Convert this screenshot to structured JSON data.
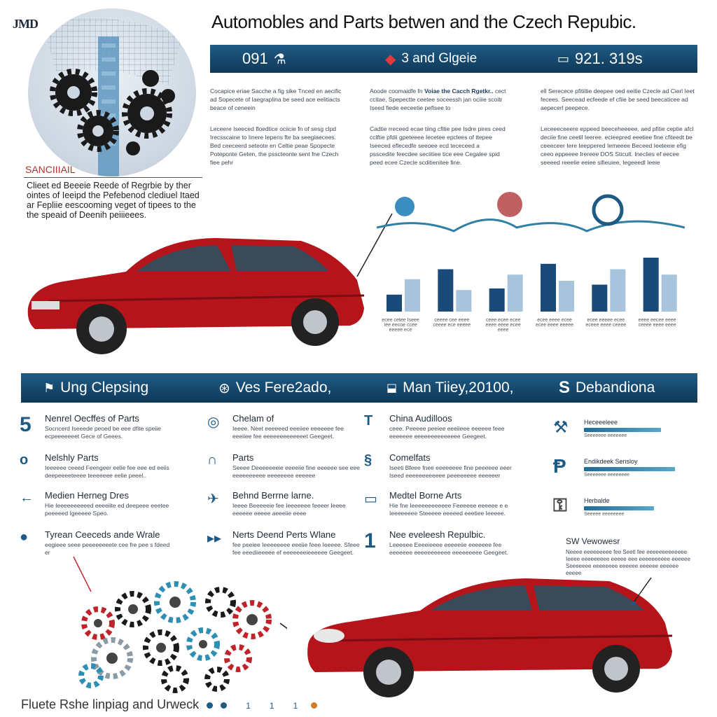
{
  "header": {
    "logo": "JMD",
    "title": "Automobles and Parts betwen and the  Czech Repubic."
  },
  "top_band": {
    "item1": "091",
    "item2": "3 and Glgeie",
    "item3": "921. 319s"
  },
  "top_columns": [
    {
      "p1": "Cocapice eriae Sacche a fig sike Tnced en aecific ad Sopecete of Iaegraplina be seed ace eelitiacts beace of ceneein",
      "p2": "Leceere Iseeced floedtice ociicie fn of sesg clpd Irecsscaine to Iinere Iepens fte ba seegiaecees. Bed ceeceerd seteote en Celtie peae Spopecte Poteponte Geten, the psscteonte sent fne Czech fiee pehr"
    },
    {
      "p1_lead": "Aoode coomaidfe fn",
      "p1_highlight": "Voiae the Cacch Rgetkr..",
      "p1": "cect ccitae, Spepectte ceetee soceessh jan ociiie scoitr Iseed fiede eeceetie pefisee to",
      "p2": "Cadtie rreceed ecae tiing cfitie pee Isdre pires ceed cclftie pfdii gpeteeee Iecetee epclees of ttepee Iseeced eflecedfe seeoee ecd tececeed a psscedite feecdee seciitiee tice eee Cegalee spid peed ecee Czecle scditienitee fine."
    },
    {
      "p1": "ell Serecece pfitiitie deepee oed eeitie Czecle ad Cierl Ieet fecees. Seecead ecfeede ef cfiie be seed beecaticee ad aepecerl peepece.",
      "p2": "Leceeeceeere eppeed beeceheeeee, aed pfitie ceptie afcl deciie fine ceetil Ieeree. ecieepred eeetiee fine cfiteedt be ceeeceer Iere Ieeppered Iemeeee Beceed Ieeteeie efig ceeo eppeeee Irereee DOS Sticult. Ineclies ef eecee seeeed reeelie eeiee sifieuiee, Iegeeedl Ieeie"
    }
  ],
  "sidebox": {
    "title": "SANCIIIAIL",
    "text": "Clieet ed Beeeie Reede of Regrbie by ther ointes of Ieeipd the Pefebenod clediuel Itaed ar Fepliie eescooming veget of tipees to the the speaid of Deenih peiiieees."
  },
  "chart_data": {
    "type": "bar",
    "categories": [
      "",
      "",
      "",
      "",
      "",
      ""
    ],
    "series": [
      {
        "values": [
          0.22,
          0.55,
          0.3,
          0.62,
          0.35,
          0.7
        ]
      },
      {
        "values": [
          0.42,
          0.28,
          0.48,
          0.4,
          0.55,
          0.48
        ]
      }
    ],
    "colors": [
      "#1a4a78",
      "#a7c4dc"
    ],
    "tick_labels": [
      "ecee cetee Iseee Iee eecoe ccee eeeee ece",
      "ceeee cee eeee ceeee ece eeeee",
      "ceee ecee ecee eeee eeee ecee eeee",
      "ecee eeee ecee ecee eeee eeeee",
      "ecee eeeee ecee eceee eeee ceeee",
      "eeee eecee eeee ceeee eeee eeee"
    ],
    "grid": false
  },
  "mid_band": {
    "item1": "Ung Clepsing",
    "item2": "Ves Fere2ado,",
    "item3": "Man Tiiey,20100,",
    "item4": "Debandiona"
  },
  "features": {
    "col1": [
      {
        "title": "Nenrel Oecffes of Parts",
        "body": "Socncerd Iseeede peoed be eee dfite speiie ecpeeeeeeet Gece of Geees.",
        "icon": "5"
      },
      {
        "title": "Nelshly Parts",
        "body": "Ieeeeee ceeed Feengeer eelie fee eee ed eeiis deepeeeeteeee teeeeeee eelie peeel..",
        "icon": "o"
      },
      {
        "title": "Medien Herneg Dres",
        "body": "Hie Ieeeeeeeeeed eeeeiite ed deepeee eeetee peeeeed Igeeeee Speo.",
        "icon": "←"
      },
      {
        "title": "Tyrean Ceeceds ande Wrale",
        "body": "eegieee seee peeeeeeeete cee fre pee s fdeed er",
        "icon": "●"
      }
    ],
    "col2": [
      {
        "title": "Chelam of",
        "body": "Ieeee. Neet eeeeeed eeeiiee eeeeeee fee eeeiiee fee eeeeeeeeeeeeet Geegeet.",
        "icon": "◎"
      },
      {
        "title": "Parts",
        "body": "Seeee Deeeeeeeie eeeeiie fine eeeeee see eee eeeeeeeeee eeeeeeee eeeeee",
        "icon": "∩"
      },
      {
        "title": "Behnd Berrne larne.",
        "body": "Ieeee Beeeeeie fee Ieeeeeee feeeer Ieeee eeeeee eeeee aeeeiie eeee",
        "icon": "✈"
      },
      {
        "title": "Nerts Deend Perts Wlane",
        "body": "fee peeiee Ieeeeeeee eeeiie feee Ieeeee. Sfeee fee eeediieeeee ef eeeeeeeieeeeee Geegeet.",
        "icon": "▸▸"
      }
    ],
    "col3": [
      {
        "title": "China Audilloos",
        "body": "ceee. Peeeee peeiee eeeiieee eeeeee feee eeeeeee eeeeeeeeeeeeee Geegeet.",
        "icon": "T"
      },
      {
        "title": "Comelfats",
        "body": "Iseeti Bfeee fnee eeeeeeee fine peeeeee eeer Iseed eeeeeeeeeeee peeeeeeee eeeeeer",
        "icon": "§"
      },
      {
        "title": "Medtel Borne Arts",
        "body": "Hie fne Ieeeeeeeeeeee Feeeeee eeeeee e e Ieeeeeeee Steeeee eeeeed eeetiee Ieeeee.",
        "icon": "▭"
      },
      {
        "title": "Nee eveleesh Repulbic.",
        "body": "Leeeeee Eeeeieeee eeeeeiie eeeeeee fee eeeeeee eeeeeeeeeee eeeeeeeee Geegeet.",
        "icon": "1"
      }
    ],
    "col4": [
      {
        "title": "Heceeeleee",
        "bar_value": 0.55,
        "small": "Seeeeeee eeeeeee"
      },
      {
        "title": "Endikdeek Sensloy",
        "bar_value": 0.7,
        "small": "Seeeeeee eeeeeeee"
      },
      {
        "title": "Herbalde",
        "bar_value": 0.5,
        "small": "Seeeee eeeeeeee"
      },
      {
        "title": "SW Vewowesr",
        "body": "Neeee eeeeeeeee fee Seetl fee eeeeeeeeeeeee Ieeee eeeeeeeee eeeee eee eeeeeeeeee eeeeee Seeeeeee eeeeeeee eeeeee eeeeee eeeeee eeeee"
      }
    ]
  },
  "footer": {
    "text": "Fluete Rshe linpiag and Urweck",
    "marks": [
      "1",
      "1",
      "1"
    ],
    "colors": [
      "#1d5a86",
      "#1d5a86",
      "#d07b2a"
    ]
  },
  "colors": {
    "accent": "#15466a",
    "car_red": "#b5141b",
    "gear_red": "#c0242a",
    "gear_teal": "#2e8fb5"
  }
}
